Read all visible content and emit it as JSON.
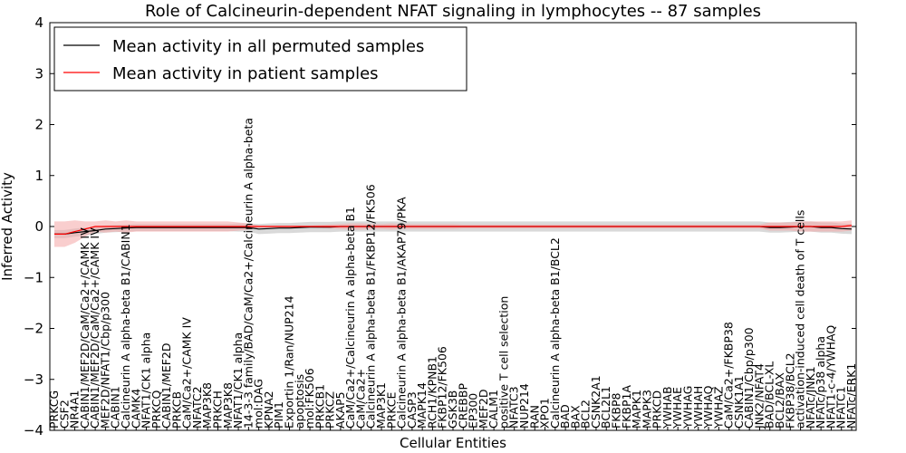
{
  "chart_data": {
    "type": "line",
    "title": "Role of Calcineurin-dependent NFAT signaling in lymphocytes -- 87 samples",
    "xlabel": "Cellular Entities",
    "ylabel": "Inferred Activity",
    "ylim": [
      -4,
      4
    ],
    "yticks": [
      -4,
      -3,
      -2,
      -1,
      0,
      1,
      2,
      3,
      4
    ],
    "ytick_labels": [
      "−4",
      "−3",
      "−2",
      "−1",
      "0",
      "1",
      "2",
      "3",
      "4"
    ],
    "grid": false,
    "legend_position": "top-left",
    "categories": [
      "PRKCG",
      "CSF2",
      "NR4A1",
      "CABIN1/MEF2D/CaM/Ca2+/CAMK IV",
      "CABIN1/MEF2D/CaM/Ca2+/CAMK IV",
      "MEF2D/NFAT1/Cbp/p300",
      "CABIN1",
      "Calcineurin A alpha-beta B1/CABIN1",
      "CAMK4",
      "NFAT1/CK1 alpha",
      "PRKCQ",
      "CABIN1/MEF2D",
      "PRKCB",
      "CaM/Ca2+/CAMK IV",
      "NFATC2",
      "MAP3K8",
      "PRKCH",
      "MAP3K8",
      "NFAT1/CK1 alpha",
      "14-3-3 family/BAD/CaM/Ca2+/Calcineurin A alpha-beta",
      "mol:DAG",
      "KPNA2",
      "PIM1",
      "Exportin 1/Ran/NUP214",
      "apoptosis",
      "mol:FK506",
      "PRKCB1",
      "PRKCZ",
      "AKAP5",
      "CaM/Ca2+/Calcineurin A alpha-beta B1",
      "CaM/Ca2+",
      "Calcineurin A alpha-beta B1/FKBP12/FK506",
      "MAP3K1",
      "PRKCE",
      "Calcineurin A alpha-beta B1/AKAP79/PKA",
      "CASP3",
      "MAPK14",
      "RCH1/KPNB1",
      "FKBP12/FK506",
      "GSK3B",
      "CREBBP",
      "EP300",
      "MEF2D",
      "CALM1",
      "positive T cell selection",
      "NFATC3",
      "NUP214",
      "RAN",
      "XPO1",
      "Calcineurin A alpha-beta B1/BCL2",
      "BAD",
      "BAX",
      "BCL2",
      "CSNK2A1",
      "BCL2L1",
      "FKBP8",
      "FKBP1A",
      "MAPK1",
      "MAPK3",
      "PRKCD",
      "YWHAB",
      "YWHAE",
      "YWHAG",
      "YWHAH",
      "YWHAQ",
      "YWHAZ",
      "CaM/Ca2+/FKBP38",
      "CSNK1A1",
      "CABIN1/Cbp/p300",
      "JNK2/NFAT4",
      "BAD/BCL-XL",
      "BCL2/BAX",
      "FKBP38/BCL2",
      "activation-induced cell death of T cells",
      "NFATc/JNK1",
      "NFATc/p38 alpha",
      "NFAT1-c-4/YWHAQ",
      "NFATC1",
      "NFATc/ERK1"
    ],
    "series": [
      {
        "name": "Mean activity in all permuted samples",
        "color": "#000000",
        "band_color": "#c0c0c0",
        "values": [
          -0.15,
          -0.15,
          -0.12,
          -0.1,
          -0.08,
          -0.05,
          -0.04,
          -0.03,
          -0.02,
          -0.02,
          -0.02,
          -0.02,
          -0.02,
          -0.02,
          -0.02,
          -0.02,
          -0.02,
          -0.02,
          -0.02,
          -0.02,
          -0.05,
          -0.04,
          -0.03,
          -0.03,
          -0.02,
          -0.01,
          -0.01,
          -0.01,
          0,
          0,
          0,
          0,
          0,
          0,
          0,
          0,
          0,
          0,
          0,
          0,
          0,
          0,
          0,
          0,
          0,
          0,
          0,
          0,
          0,
          0,
          0,
          0,
          0,
          0,
          0,
          0,
          0,
          0,
          0,
          0,
          0,
          0,
          0,
          0,
          0,
          0,
          0,
          0,
          0,
          0,
          -0.02,
          -0.02,
          -0.01,
          0,
          0,
          -0.02,
          -0.02,
          -0.04,
          -0.05
        ],
        "band": [
          0.08,
          0.08,
          0.08,
          0.08,
          0.07,
          0.07,
          0.07,
          0.07,
          0.07,
          0.07,
          0.07,
          0.07,
          0.07,
          0.07,
          0.07,
          0.07,
          0.07,
          0.07,
          0.08,
          0.08,
          0.1,
          0.1,
          0.1,
          0.1,
          0.1,
          0.1,
          0.1,
          0.1,
          0.1,
          0.1,
          0.1,
          0.1,
          0.1,
          0.1,
          0.1,
          0.1,
          0.1,
          0.1,
          0.1,
          0.1,
          0.1,
          0.1,
          0.1,
          0.1,
          0.1,
          0.1,
          0.1,
          0.1,
          0.1,
          0.1,
          0.1,
          0.1,
          0.1,
          0.1,
          0.1,
          0.1,
          0.1,
          0.1,
          0.1,
          0.1,
          0.1,
          0.1,
          0.1,
          0.1,
          0.1,
          0.1,
          0.1,
          0.1,
          0.1,
          0.1,
          0.1,
          0.1,
          0.1,
          0.1,
          0.1,
          0.1,
          0.1,
          0.1,
          0.1
        ]
      },
      {
        "name": "Mean activity in patient samples",
        "color": "#ff0000",
        "band_color": "#f4a6a6",
        "values": [
          -0.15,
          -0.15,
          -0.1,
          -0.05,
          0,
          0,
          0,
          0,
          0,
          0,
          0,
          0,
          0,
          0,
          0,
          0,
          0,
          0,
          0,
          0,
          0,
          0,
          0,
          0,
          0,
          0,
          0,
          0,
          0,
          0,
          0,
          0,
          0,
          0,
          0,
          0,
          0,
          0,
          0,
          0,
          0,
          0,
          0,
          0,
          0,
          0,
          0,
          0,
          0,
          0,
          0,
          0,
          0,
          0,
          0,
          0,
          0,
          0,
          0,
          0,
          0,
          0,
          0,
          0,
          0,
          0,
          0,
          0,
          0,
          0,
          0,
          0,
          0,
          0,
          0,
          0,
          0,
          0,
          0.02
        ],
        "band": [
          0.25,
          0.25,
          0.22,
          0.15,
          0.1,
          0.12,
          0.1,
          0.12,
          0.1,
          0.1,
          0.1,
          0.1,
          0.1,
          0.1,
          0.1,
          0.1,
          0.1,
          0.1,
          0.08,
          0.06,
          0.02,
          0.02,
          0.02,
          0.02,
          0.02,
          0.02,
          0.03,
          0.04,
          0.05,
          0.06,
          0.06,
          0.05,
          0.05,
          0.06,
          0.05,
          0.05,
          0.05,
          0.05,
          0.05,
          0.05,
          0.04,
          0.04,
          0.04,
          0.04,
          0.04,
          0.04,
          0.04,
          0.04,
          0.04,
          0.04,
          0.04,
          0.04,
          0.04,
          0.04,
          0.04,
          0.04,
          0.04,
          0.04,
          0.04,
          0.04,
          0.04,
          0.04,
          0.04,
          0.04,
          0.04,
          0.04,
          0.04,
          0.04,
          0.04,
          0.04,
          0.08,
          0.08,
          0.08,
          0.1,
          0.1,
          0.1,
          0.1,
          0.1,
          0.1
        ]
      }
    ]
  }
}
